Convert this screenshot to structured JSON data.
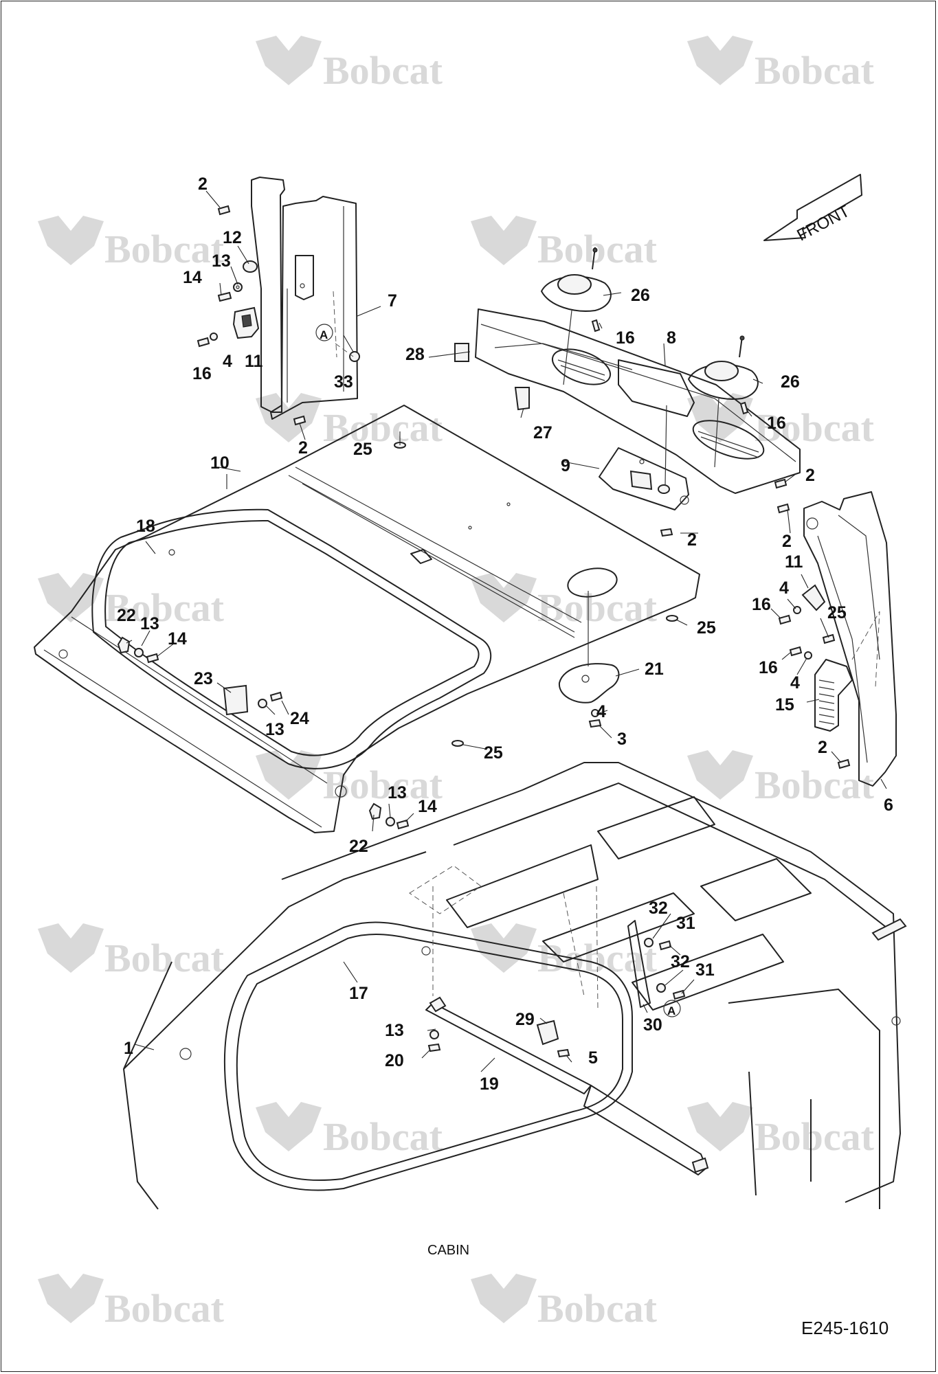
{
  "brand": {
    "watermark": "Bobcat",
    "color": "#d9d9d9"
  },
  "direction_label": "FRONT",
  "assembly_label": "CABIN",
  "drawing_id": "E245-1610",
  "detail_marker": "A",
  "callouts": {
    "c1": "1",
    "c2a": "2",
    "c2b": "2",
    "c2c": "2",
    "c2d": "2",
    "c2e": "2",
    "c2f": "2",
    "c3": "3",
    "c4a": "4",
    "c4b": "4",
    "c4c": "4",
    "c4d": "4",
    "c5": "5",
    "c6": "6",
    "c7": "7",
    "c8": "8",
    "c9": "9",
    "c10": "10",
    "c11a": "11",
    "c11b": "11",
    "c12": "12",
    "c13a": "13",
    "c13b": "13",
    "c13c": "13",
    "c13d": "13",
    "c13e": "13",
    "c14a": "14",
    "c14b": "14",
    "c14c": "14",
    "c15": "15",
    "c16a": "16",
    "c16b": "16",
    "c16c": "16",
    "c16d": "16",
    "c16e": "16",
    "c17": "17",
    "c18": "18",
    "c19": "19",
    "c20": "20",
    "c21": "21",
    "c22a": "22",
    "c22b": "22",
    "c23": "23",
    "c24": "24",
    "c25a": "25",
    "c25b": "25",
    "c25c": "25",
    "c25d": "25",
    "c26a": "26",
    "c26b": "26",
    "c27": "27",
    "c28": "28",
    "c29": "29",
    "c30": "30",
    "c31a": "31",
    "c31b": "31",
    "c32a": "32",
    "c32b": "32",
    "c33": "33"
  }
}
